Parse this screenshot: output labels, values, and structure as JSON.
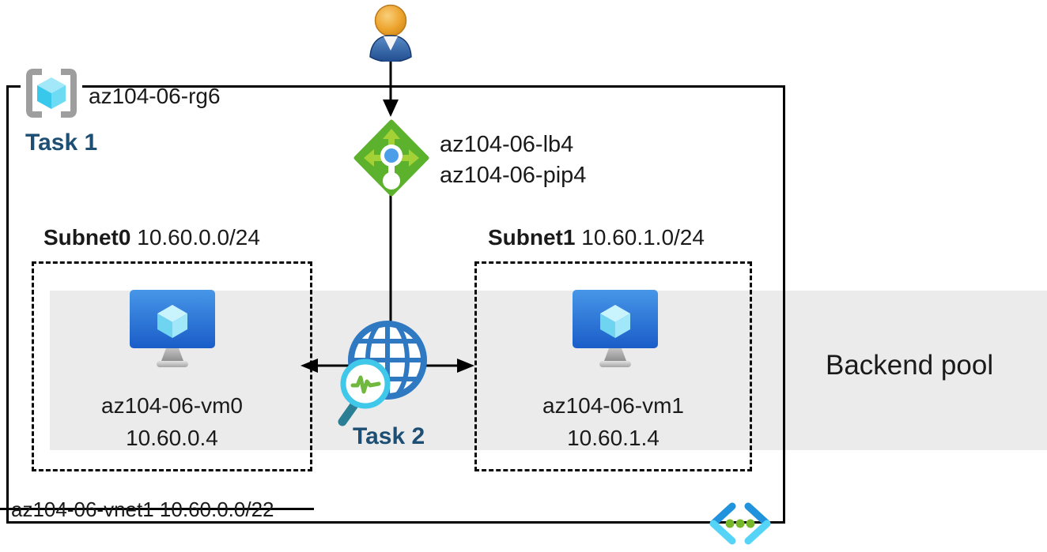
{
  "diagram": {
    "resource_group": {
      "label": "az104-06-rg6"
    },
    "tasks": {
      "task1": "Task 1",
      "task2": "Task 2"
    },
    "load_balancer": {
      "name": "az104-06-lb4",
      "public_ip": "az104-06-pip4"
    },
    "subnet0": {
      "name": "Subnet0",
      "cidr": "10.60.0.0/24",
      "vm": {
        "name": "az104-06-vm0",
        "ip": "10.60.0.4"
      }
    },
    "subnet1": {
      "name": "Subnet1",
      "cidr": "10.60.1.0/24",
      "vm": {
        "name": "az104-06-vm1",
        "ip": "10.60.1.4"
      }
    },
    "backend_pool": {
      "label": "Backend pool"
    },
    "vnet": {
      "name": "az104-06-vnet1",
      "cidr": "10.60.0.0/22"
    },
    "icons": {
      "user": "user-icon",
      "resource_group": "resource-group-brackets-cube-icon",
      "load_balancer": "load-balancer-icon",
      "virtual_machine": "virtual-machine-monitor-icon",
      "globe_probe": "globe-health-probe-icon",
      "magnifier": "magnifier-heartbeat-icon",
      "virtual_network": "virtual-network-brackets-icon"
    },
    "colors": {
      "task_text": "#1d4e74",
      "backend_band": "#ebebeb",
      "lb_green": "#5cb22d",
      "lb_arrow_green": "#a4d135",
      "vm_blue": "#2a74d8",
      "cube_cyan": "#50d7f2",
      "globe_blue": "#2f79c2",
      "magnifier_cyan": "#3fc8e9",
      "probe_green": "#70b93e",
      "vnet_bracket_blue": "#2193dc",
      "vnet_bracket_cyan": "#55d4f7",
      "vnet_dots_green": "#76b82a",
      "user_head_orange": "#eda42e",
      "user_body_blue": "#3568a8",
      "line_black": "#000000"
    }
  }
}
